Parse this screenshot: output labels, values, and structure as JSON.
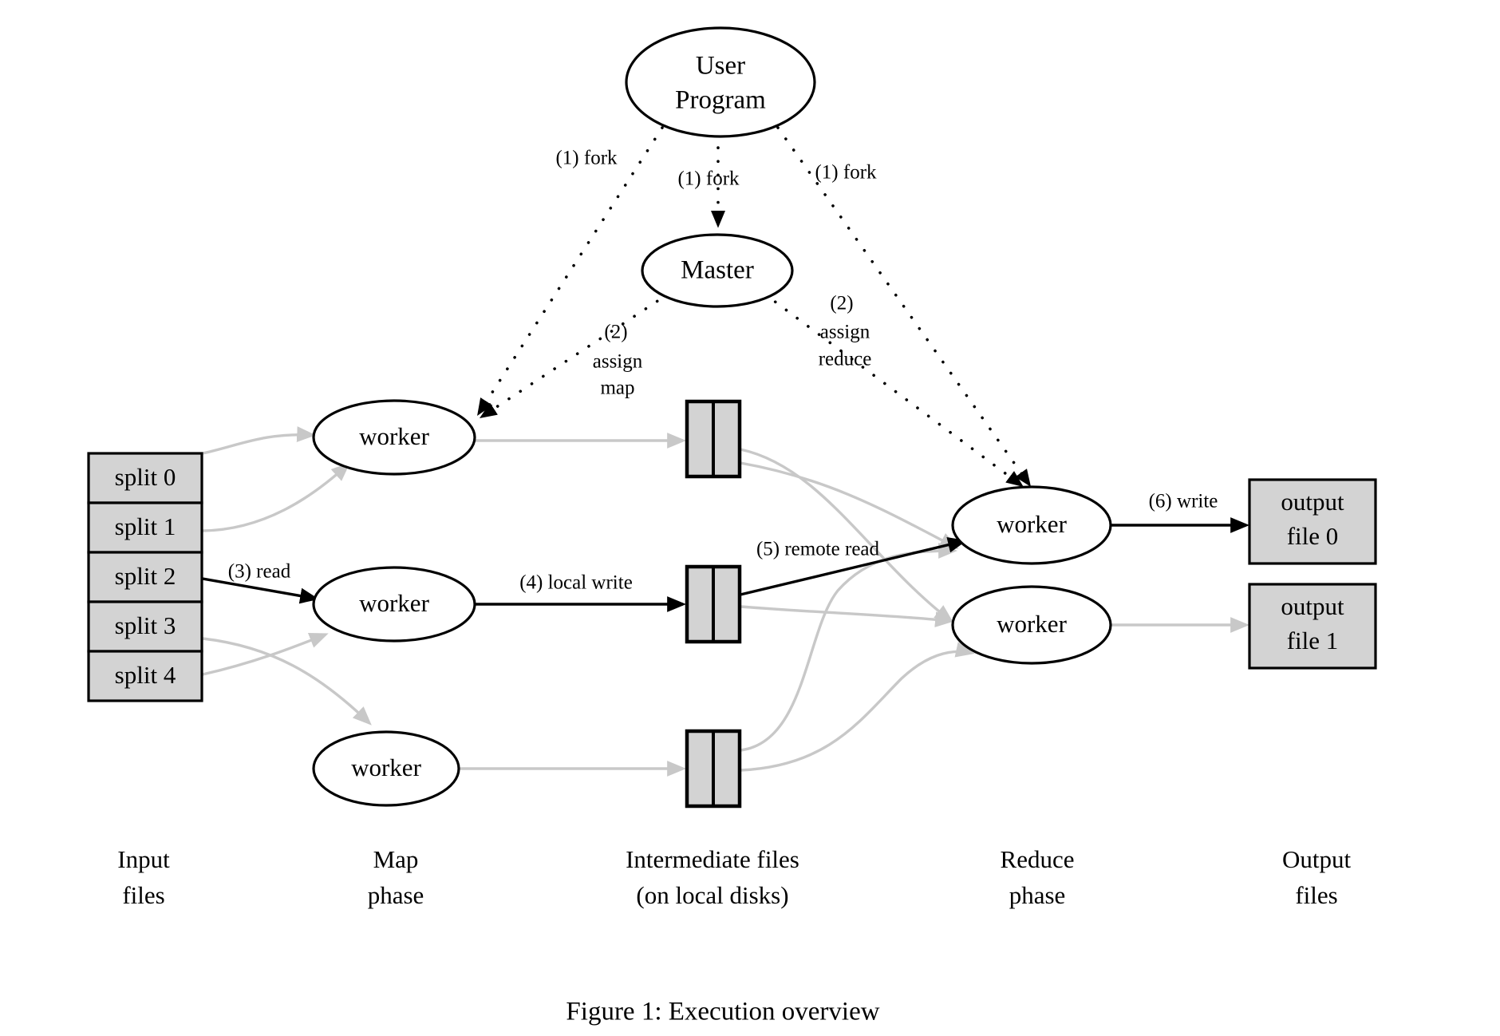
{
  "figure": {
    "caption": "Figure 1: Execution overview",
    "background_color": "#ffffff",
    "box_fill_color": "#d3d3d3",
    "grey_edge_color": "#c8c8c8",
    "black_edge_color": "#000000"
  },
  "nodes": {
    "user_program": {
      "line1": "User",
      "line2": "Program"
    },
    "master": {
      "label": "Master"
    },
    "map_workers": [
      {
        "label": "worker"
      },
      {
        "label": "worker"
      },
      {
        "label": "worker"
      }
    ],
    "reduce_workers": [
      {
        "label": "worker"
      },
      {
        "label": "worker"
      }
    ],
    "input_splits": [
      {
        "label": "split 0"
      },
      {
        "label": "split 1"
      },
      {
        "label": "split 2"
      },
      {
        "label": "split 3"
      },
      {
        "label": "split 4"
      }
    ],
    "intermediate_files": [
      {
        "label": ""
      },
      {
        "label": ""
      },
      {
        "label": ""
      }
    ],
    "output_files": [
      {
        "line1": "output",
        "line2": "file 0"
      },
      {
        "line1": "output",
        "line2": "file 1"
      }
    ]
  },
  "edge_labels": {
    "fork_left": "(1) fork",
    "fork_center": "(1) fork",
    "fork_right": "(1) fork",
    "assign_map_num": "(2)",
    "assign_map_l1": "assign",
    "assign_map_l2": "map",
    "assign_reduce_num": "(2)",
    "assign_reduce_l1": "assign",
    "assign_reduce_l2": "reduce",
    "read": "(3) read",
    "local_write": "(4) local write",
    "remote_read": "(5) remote read",
    "write": "(6) write"
  },
  "stage_labels": {
    "input": {
      "line1": "Input",
      "line2": "files"
    },
    "map": {
      "line1": "Map",
      "line2": "phase"
    },
    "intermediate": {
      "line1": "Intermediate files",
      "line2": "(on local disks)"
    },
    "reduce": {
      "line1": "Reduce",
      "line2": "phase"
    },
    "output": {
      "line1": "Output",
      "line2": "files"
    }
  }
}
